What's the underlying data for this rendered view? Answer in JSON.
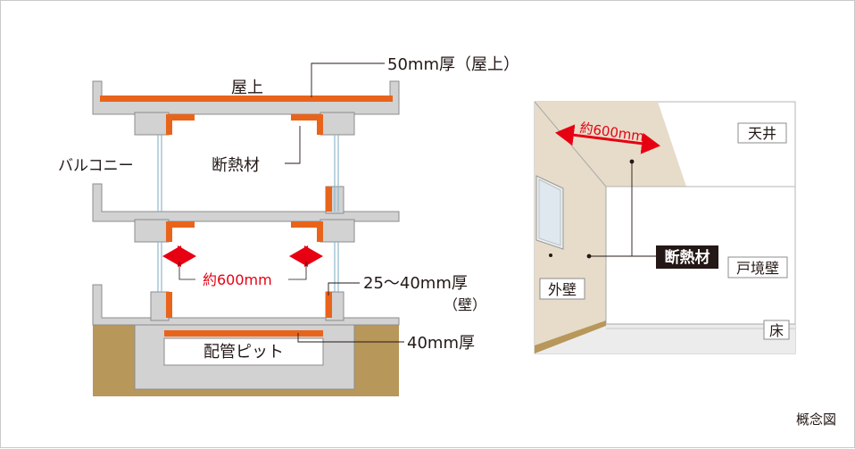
{
  "labels": {
    "roof": "屋上",
    "roof_thickness": "50mm厚（屋上）",
    "insulation": "断熱材",
    "balcony": "バルコニー",
    "approx_width": "約600mm",
    "wall_thickness": "25〜40mm厚",
    "wall_note": "（壁）",
    "pipe_pit": "配管ピット",
    "floor_thickness": "40mm厚",
    "room_width": "約600mm",
    "ceiling": "天井",
    "room_insulation": "断熱材",
    "party_wall": "戸境壁",
    "exterior_wall": "外壁",
    "floor": "床",
    "caption": "概念図"
  },
  "colors": {
    "concrete": "#d2d2d2",
    "concrete_edge": "#8c8c8c",
    "insulation": "#e8641b",
    "arrow": "#e60012",
    "soil": "#b8975a",
    "wall_tan": "#e6dcc9",
    "floor_grey": "#e9e9e9",
    "label_dark": "#231815"
  }
}
